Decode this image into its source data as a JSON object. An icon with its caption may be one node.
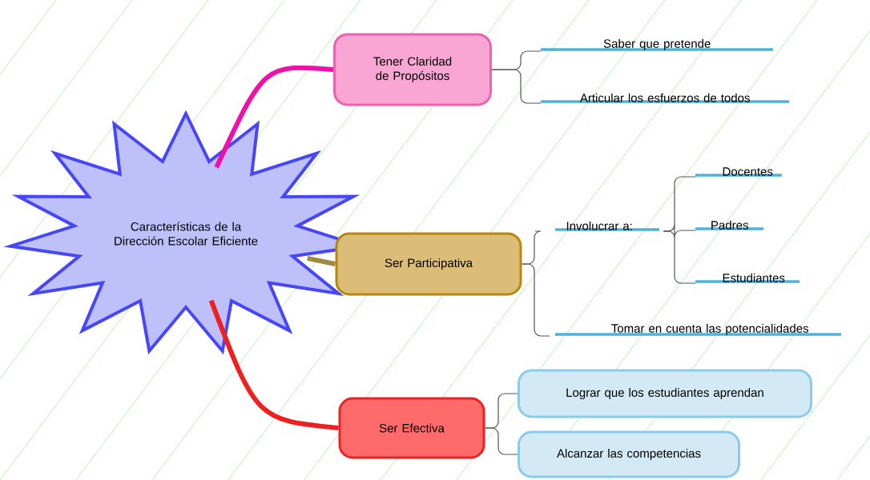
{
  "diagram": {
    "nodes": [
      {
        "text": [
          "Características de la Dirección Escolar Eficiente"
        ]
      },
      {
        "text": [
          "Tener Claridad de Propósitos"
        ]
      },
      {
        "text": [
          "Saber que pretende"
        ]
      },
      {
        "text": [
          "Articular los esfuerzos de todos"
        ]
      },
      {
        "text": [
          "Ser Participativa"
        ]
      },
      {
        "text": [
          "Involucrar a:"
        ]
      },
      {
        "text": [
          "Docentes"
        ]
      },
      {
        "text": [
          "Padres"
        ]
      },
      {
        "text": [
          "Estudiantes"
        ]
      },
      {
        "text": [
          "Tomar en cuenta las potencialidades"
        ]
      },
      {
        "text": [
          "Ser Efectiva"
        ]
      },
      {
        "text": [
          "Lograr que los estudiantes aprendan"
        ]
      },
      {
        "text": [
          "Alcanzar las competencias"
        ]
      }
    ],
    "edges": [
      {
        "from": 0,
        "to": 1,
        "arrow": "none",
        "style": "thick",
        "color": "#ee10a8"
      },
      {
        "from": 0,
        "to": 4,
        "arrow": "none",
        "style": "thick",
        "color": "#a08a40"
      },
      {
        "from": 0,
        "to": 10,
        "arrow": "none",
        "style": "thick",
        "color": "#ee2020"
      },
      {
        "from": 1,
        "to": 2,
        "arrow": "none"
      },
      {
        "from": 1,
        "to": 3,
        "arrow": "none"
      },
      {
        "from": 4,
        "to": 5,
        "arrow": "none"
      },
      {
        "from": 4,
        "to": 9,
        "arrow": "none"
      },
      {
        "from": 5,
        "to": 6,
        "arrow": "none"
      },
      {
        "from": 5,
        "to": 7,
        "arrow": "none"
      },
      {
        "from": 5,
        "to": 8,
        "arrow": "none"
      },
      {
        "from": 10,
        "to": 11,
        "arrow": "none"
      },
      {
        "from": 10,
        "to": 12,
        "arrow": "none"
      }
    ]
  }
}
